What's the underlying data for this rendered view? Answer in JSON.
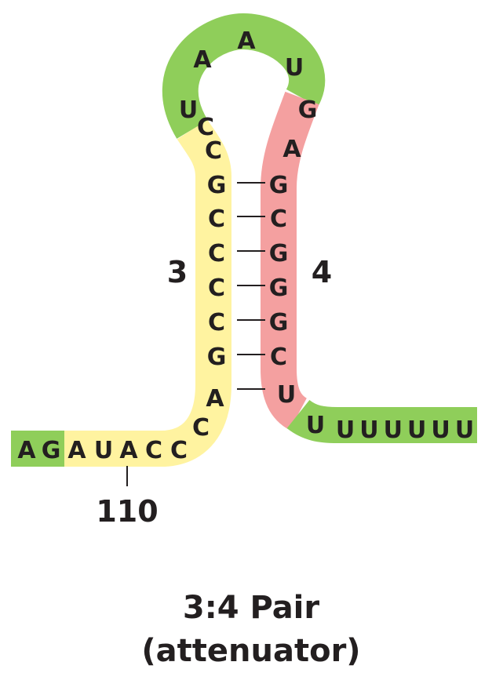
{
  "colors": {
    "green": "#8fce5a",
    "yellow": "#fff3a0",
    "pink": "#f4a0a0",
    "text": "#231f20"
  },
  "sequence": {
    "left_tail_green": [
      "A",
      "G"
    ],
    "left_tail_yellow": [
      "A",
      "U",
      "A",
      "C",
      "C"
    ],
    "stem3_curve": [
      "C",
      "A"
    ],
    "stem3": [
      "G",
      "C",
      "C",
      "C",
      "C",
      "G",
      "C",
      "C"
    ],
    "loop": [
      "U",
      "A",
      "A",
      "U"
    ],
    "stem4": [
      "G",
      "A",
      "G",
      "C",
      "G",
      "G",
      "G",
      "C",
      "U"
    ],
    "poly_u": [
      "U",
      "U",
      "U",
      "U",
      "U",
      "U",
      "U"
    ]
  },
  "labels": {
    "position": "110",
    "region_left": "3",
    "region_right": "4",
    "caption_line1": "3:4 Pair",
    "caption_line2": "(attenuator)"
  }
}
